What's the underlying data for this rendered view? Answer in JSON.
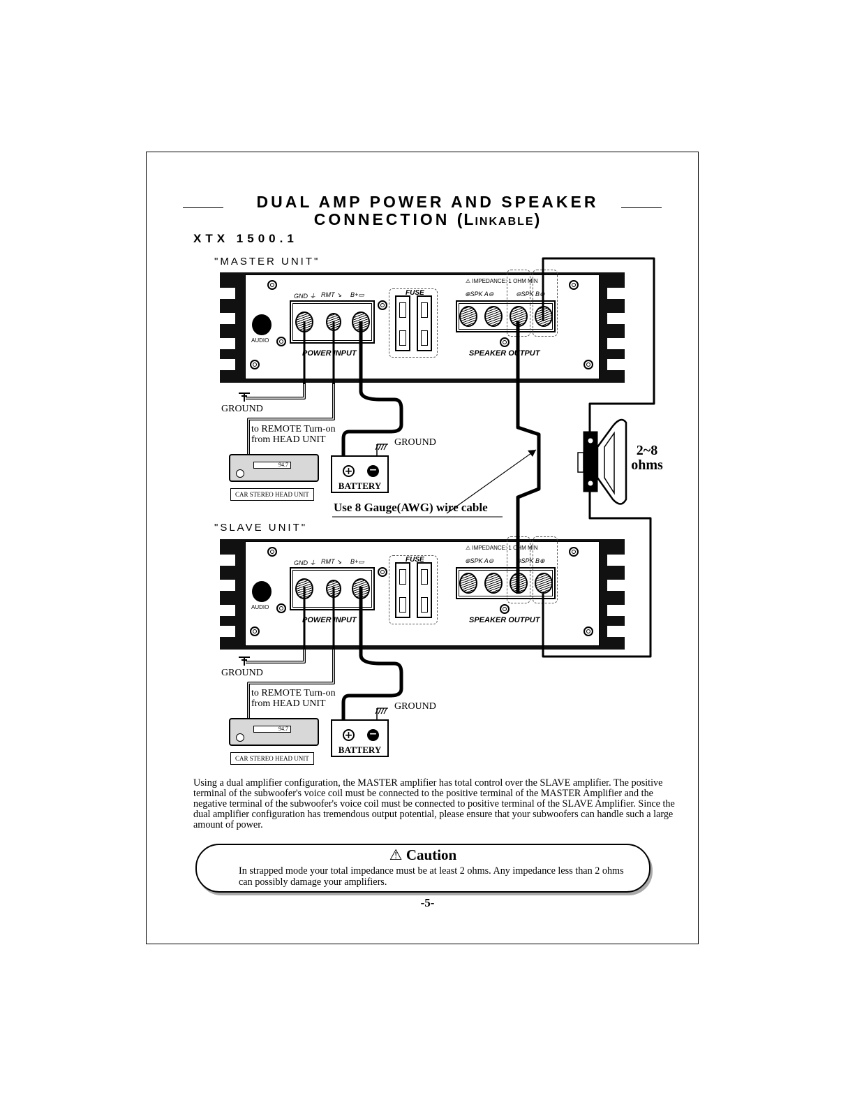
{
  "title": {
    "line1": "DUAL AMP POWER AND SPEAKER",
    "line2_main": "CONNECTION",
    "line2_paren": "(Linkable)"
  },
  "model": "XTX 1500.1",
  "master_label": "\"MASTER UNIT\"",
  "slave_label": "\"SLAVE UNIT\"",
  "amp": {
    "gnd": "GND ⏚",
    "rmt": "RMT ↘",
    "bplus": "B+▭",
    "fuse": "FUSE",
    "power_input": "POWER INPUT",
    "speaker_output": "SPEAKER OUTPUT",
    "impedance": "⚠ IMPEDANCE: 1 OHM MIN",
    "spk_a": "⊕SPK A⊖",
    "spk_b": "⊖SPK B⊕",
    "logo": "AUDIO"
  },
  "wiring": {
    "ground": "GROUND",
    "remote_line1": "to REMOTE Turn-on",
    "remote_line2": "from HEAD UNIT",
    "head_unit_display": "94.7",
    "head_unit_label": "CAR STEREO HEAD UNIT",
    "battery": "BATTERY",
    "battery_plus": "+",
    "battery_minus": "−",
    "wire_note": "Use 8 Gauge(AWG) wire cable",
    "speaker_ohms_1": "2~8",
    "speaker_ohms_2": "ohms"
  },
  "paragraph": "Using a dual amplifier configuration, the MASTER amplifier has total control over the SLAVE amplifier. The positive terminal of the subwoofer's voice coil must be connected to the positive terminal of the MASTER Amplifier and the negative terminal of the subwoofer's voice coil must be connected to positive terminal of the SLAVE Amplifier. Since the dual amplifier configuration has tremendous output potential, please ensure that your subwoofers can handle such a large amount of power.",
  "caution": {
    "title": "Caution",
    "text": "In strapped mode your total impedance must be at least 2 ohms. Any impedance less than 2 ohms can possibly damage your amplifiers."
  },
  "page_number": "-5-"
}
